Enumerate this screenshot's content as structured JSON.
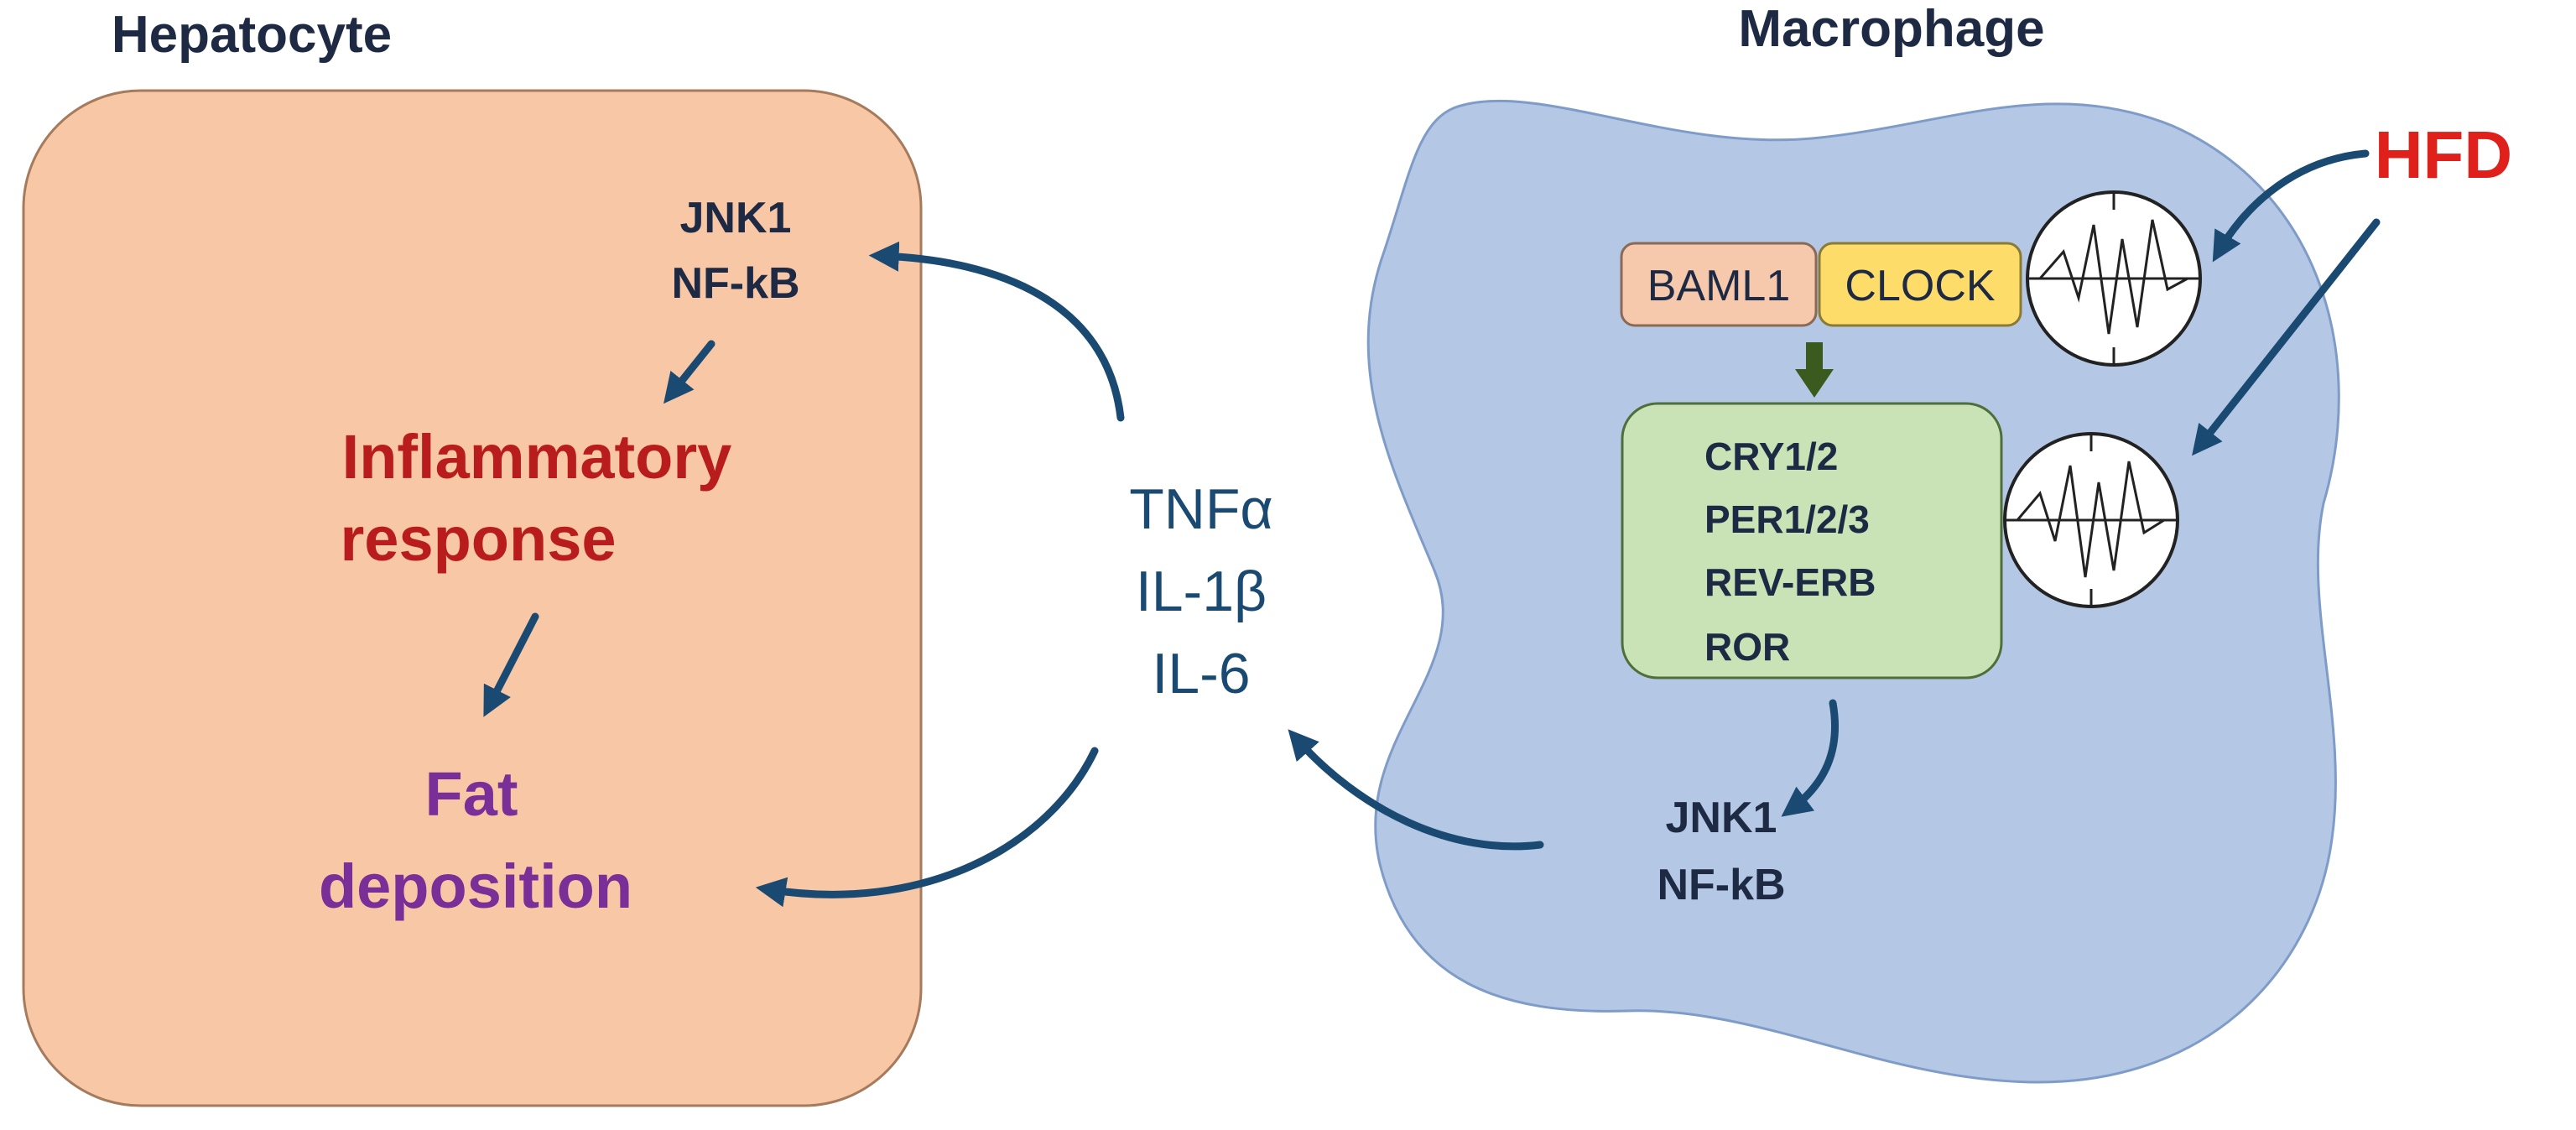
{
  "hepatocyte": {
    "title": "Hepatocyte",
    "signal_line1": "JNK1",
    "signal_line2": "NF-kB",
    "inflammatory_line1": "Inflammatory",
    "inflammatory_line2": "response",
    "fat_line1": "Fat",
    "fat_line2": "deposition"
  },
  "cytokines": [
    "TNFα",
    "IL-1β",
    "IL-6"
  ],
  "macrophage": {
    "title": "Macrophage",
    "baml1": "BAML1",
    "clock": "CLOCK",
    "genes": [
      "CRY1/2",
      "PER1/2/3",
      "REV-ERB",
      "ROR"
    ],
    "signal_line1": "JNK1",
    "signal_line2": "NF-kB"
  },
  "hfd": "HFD",
  "colors": {
    "hepatocyte_fill": "#f7c7a6",
    "macrophage_fill": "#b4c8e6",
    "baml1_fill": "#f6c8ac",
    "clock_fill": "#fddc6a",
    "genes_fill": "#c9e3b6",
    "arrow": "#1a4a72",
    "down_arrow": "#3b5a1e",
    "inflammatory_text": "#b81c1c",
    "fat_text": "#7a2e98",
    "hfd_text": "#e0201b",
    "dark_text": "#1e2a44",
    "cytokine_text": "#1a4a72"
  }
}
